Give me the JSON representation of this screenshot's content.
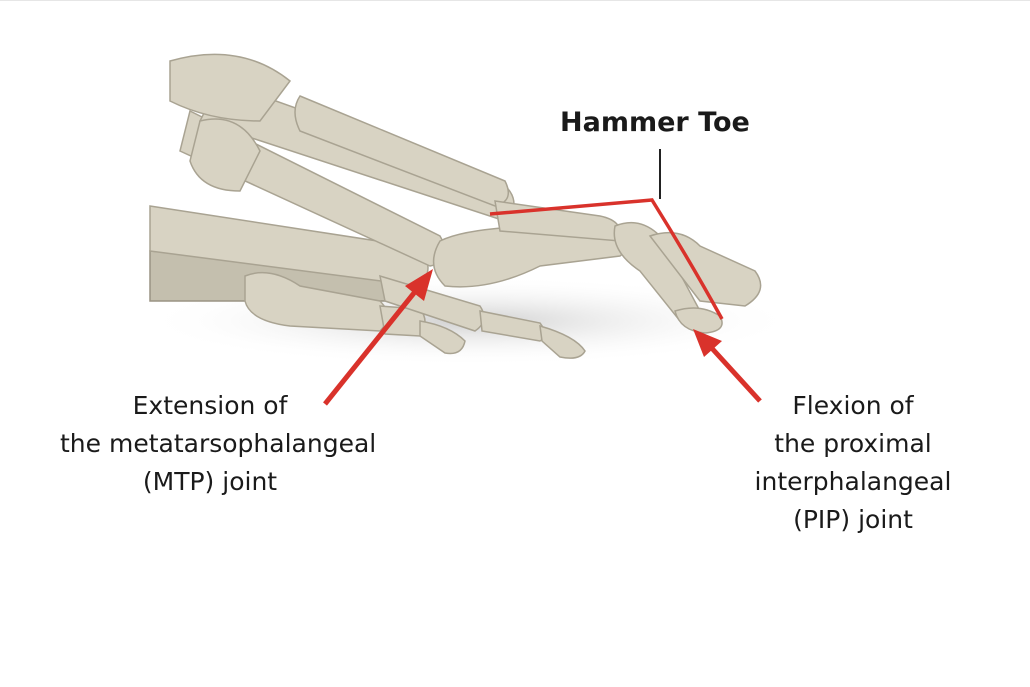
{
  "title": "Hammer Toe",
  "labels": {
    "mtp": [
      "Extension of",
      "the metatarsophalangeal",
      "(MTP) joint"
    ],
    "pip": [
      "Flexion of",
      "the proximal",
      "interphalangeal",
      "(PIP) joint"
    ]
  },
  "colors": {
    "arrow": "#d9322b",
    "bone": "#d8d3c3",
    "text": "#1a1a1a"
  }
}
